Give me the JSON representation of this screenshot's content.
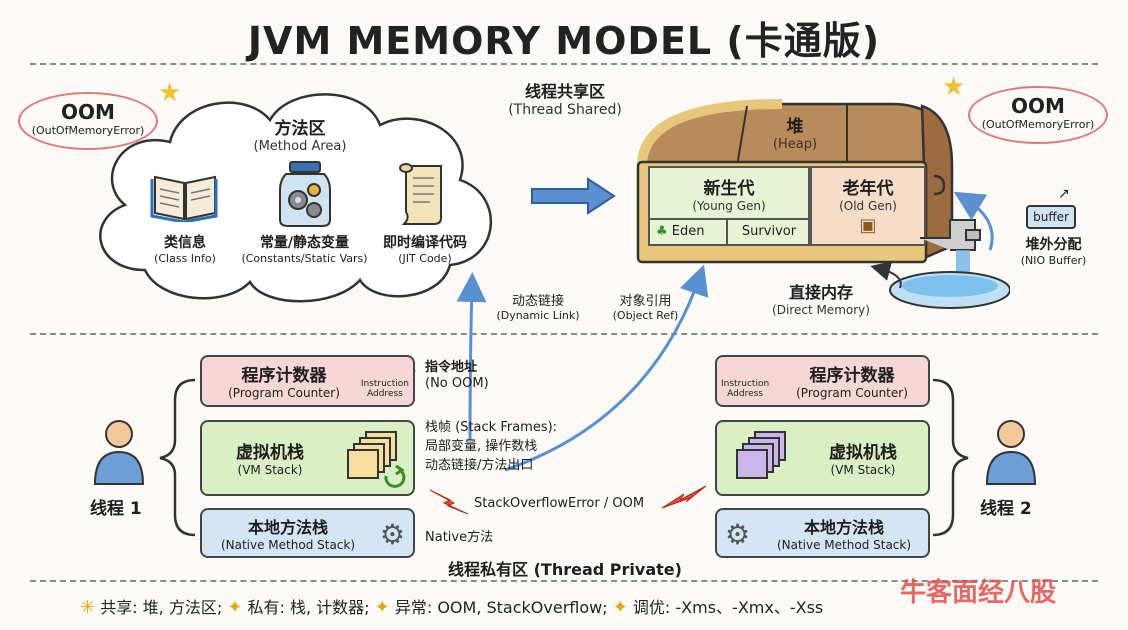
{
  "title": "JVM MEMORY MODEL (卡通版)",
  "shared": {
    "cn": "线程共享区",
    "en": "(Thread Shared)"
  },
  "private_label": "线程私有区 (Thread Private)",
  "oom_left": {
    "big": "OOM",
    "small": "(OutOfMemoryError)"
  },
  "oom_right": {
    "big": "OOM",
    "small": "(OutOfMemoryError)"
  },
  "method_area": {
    "cn": "方法区",
    "en": "(Method Area)",
    "items": [
      {
        "cn": "类信息",
        "en": "(Class Info)"
      },
      {
        "cn": "常量/静态变量",
        "en": "(Constants/Static Vars)"
      },
      {
        "cn": "即时编译代码",
        "en": "(JIT Code)"
      }
    ]
  },
  "heap": {
    "cn": "堆",
    "en": "(Heap)",
    "young": {
      "cn": "新生代",
      "en": "(Young Gen)"
    },
    "eden": "Eden",
    "survivor": "Survivor",
    "old": {
      "cn": "老年代",
      "en": "(Old Gen)"
    }
  },
  "offheap": {
    "tag": "buffer",
    "cn": "堆外分配",
    "en": "(NIO Buffer)"
  },
  "direct": {
    "cn": "直接内存",
    "en": "(Direct Memory)"
  },
  "links": {
    "dynamic": {
      "cn": "动态链接",
      "en": "(Dynamic Link)"
    },
    "objref": {
      "cn": "对象引用",
      "en": "(Object Ref)"
    }
  },
  "thread1": {
    "label": "线程 1",
    "pc": {
      "cn": "程序计数器",
      "en": "(Program Counter)",
      "tag1": "Instruction",
      "tag2": "Address"
    },
    "vm": {
      "cn": "虚拟机栈",
      "en": "(VM Stack)"
    },
    "nm": {
      "cn": "本地方法栈",
      "en": "(Native Method Stack)"
    }
  },
  "thread2": {
    "label": "线程 2",
    "pc": {
      "cn": "程序计数器",
      "en": "(Program Counter)",
      "tag1": "Instruction",
      "tag2": "Address"
    },
    "vm": {
      "cn": "虚拟机栈",
      "en": "(VM Stack)"
    },
    "nm": {
      "cn": "本地方法栈",
      "en": "(Native Method Stack)"
    }
  },
  "notes": {
    "pc1": "指令地址",
    "pc2": "(No OOM)",
    "sf1": "栈帧 (Stack Frames):",
    "sf2": "局部变量, 操作数栈",
    "sf3": "动态链接/方法出口",
    "error": "StackOverflowError / OOM",
    "native": "Native方法"
  },
  "footer": {
    "s1": "共享: 堆, 方法区;",
    "s2": "私有: 栈, 计数器;",
    "s3": "异常: OOM, StackOverflow;",
    "s4": "调优: -Xms、-Xmx、-Xss"
  },
  "watermark": "牛客面经八股",
  "colors": {
    "pc": "#f7d6d6",
    "vm": "#d9efc4",
    "nm": "#d4e5f5",
    "arrow": "#5a8fd0",
    "chest": "#e8c77a",
    "oom_ring": "#e07a7a"
  }
}
